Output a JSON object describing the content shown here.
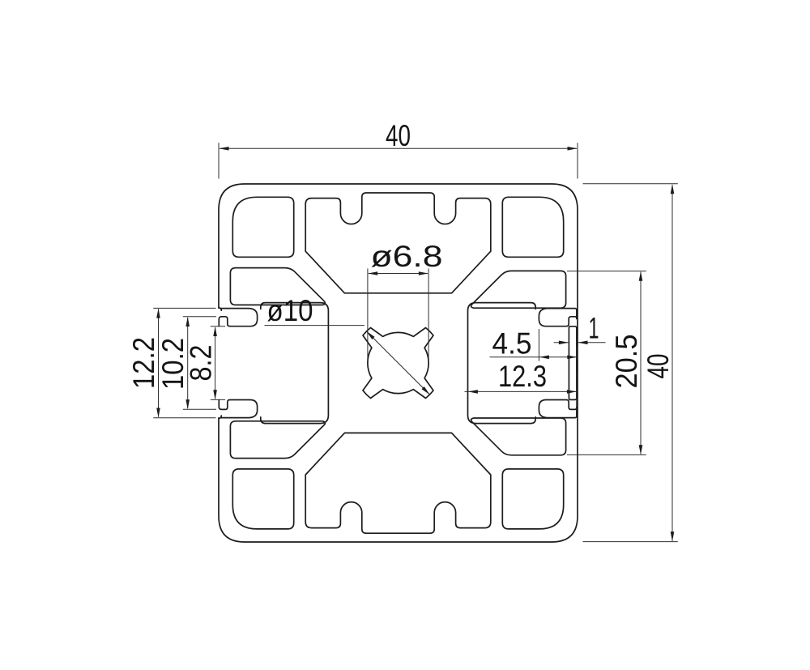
{
  "drawing": {
    "description_labels": {
      "overall_width": "40",
      "overall_height": "40",
      "core_hole_dia": "ø6.8",
      "center_bore_dia": "ø10",
      "slot_inner_width": "12.2",
      "slot_mid_width": "10.2",
      "slot_opening": "8.2",
      "groove_depth": "4.5",
      "wall_thickness": "1",
      "inner_span": "20.5",
      "slot_depth": "12.3"
    },
    "colors": {
      "background": "#ffffff",
      "profile_line": "#1c1c1c",
      "dimension_line": "#2e2e2e",
      "text": "#141414"
    }
  }
}
